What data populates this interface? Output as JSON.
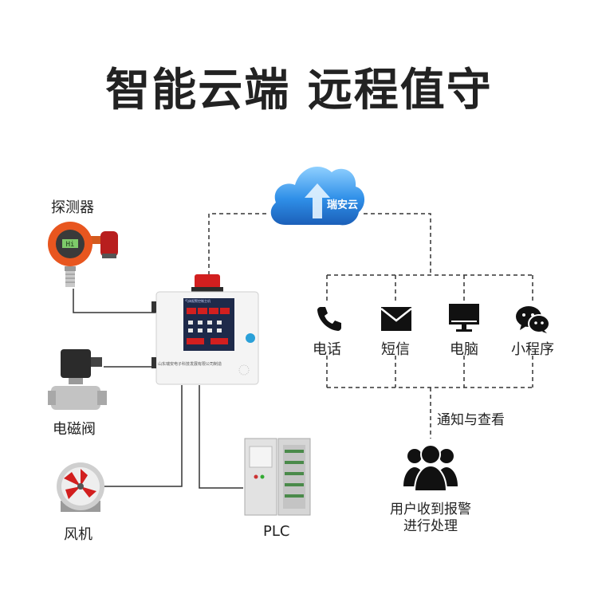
{
  "title": "智能云端 远程值守",
  "cloud": {
    "label": "瑞安云"
  },
  "devices": {
    "detector": "探测器",
    "valve": "电磁阀",
    "fan": "风机",
    "plc": "PLC"
  },
  "controller": {
    "header": "气体报警控制主机",
    "maker": "山东瑞安电子科技发展有限公司制造"
  },
  "channels": [
    {
      "label": "电话",
      "icon": "phone-icon"
    },
    {
      "label": "短信",
      "icon": "mail-icon"
    },
    {
      "label": "电脑",
      "icon": "monitor-icon"
    },
    {
      "label": "小程序",
      "icon": "wechat-icon"
    }
  ],
  "notify": "通知与查看",
  "user": {
    "line1": "用户收到报警",
    "line2": "进行处理"
  },
  "colors": {
    "accent_blue": "#2f8fe8",
    "alarm_red": "#d21f1f",
    "detector_orange": "#e8561f"
  }
}
